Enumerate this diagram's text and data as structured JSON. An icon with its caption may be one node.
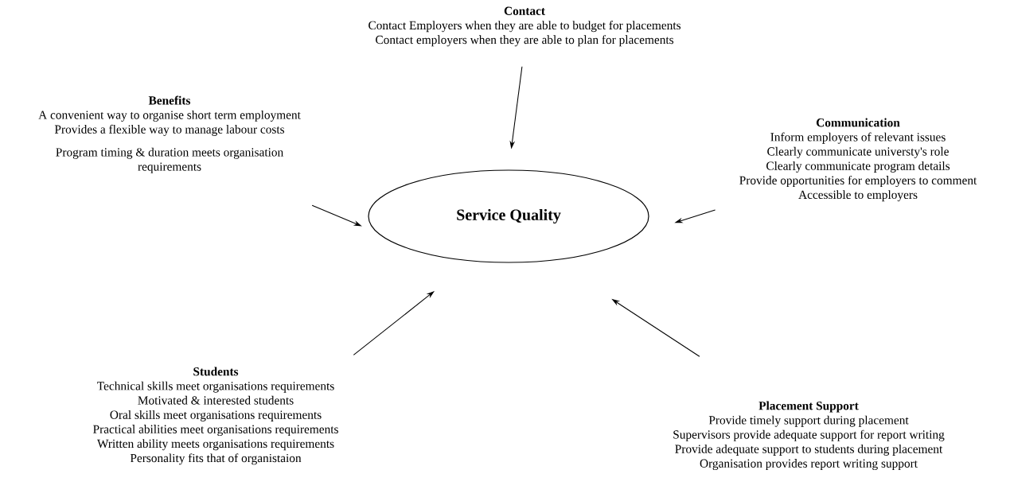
{
  "diagram": {
    "nodes": [
      {
        "text": [
          "Service Quality"
        ]
      },
      {
        "text": [
          "Contact",
          "Contact Employers when they are able to budget for placements",
          "Contact employers when they are able to plan for placements"
        ]
      },
      {
        "text": [
          "Benefits",
          "A convenient way to organise short term employment",
          "Provides a flexible way to manage labour costs",
          "Program timing & duration meets organisation requirements"
        ]
      },
      {
        "text": [
          "Communication",
          "Inform employers of relevant issues",
          "Clearly communicate universty's role",
          "Clearly communicate program details",
          "Provide opportunities for employers to comment",
          "Accessible to employers"
        ]
      },
      {
        "text": [
          "Students",
          "Technical skills meet organisations requirements",
          "Motivated & interested students",
          "Oral skills meet organisations requirements",
          "Practical abilities meet organisations requirements",
          "Written ability meets organisations requirements",
          "Personality fits that of organistaion"
        ]
      },
      {
        "text": [
          "Placement Support",
          "Provide timely support during placement",
          "Supervisors provide adequate support for report writing",
          "Provide adequate support to students during placement",
          "Organisation provides report writing support"
        ]
      }
    ],
    "edges": [
      {
        "from": 1,
        "to": 0,
        "arrow": "to"
      },
      {
        "from": 2,
        "to": 0,
        "arrow": "to"
      },
      {
        "from": 3,
        "to": 0,
        "arrow": "to"
      },
      {
        "from": 4,
        "to": 0,
        "arrow": "to"
      },
      {
        "from": 5,
        "to": 0,
        "arrow": "to"
      }
    ]
  }
}
